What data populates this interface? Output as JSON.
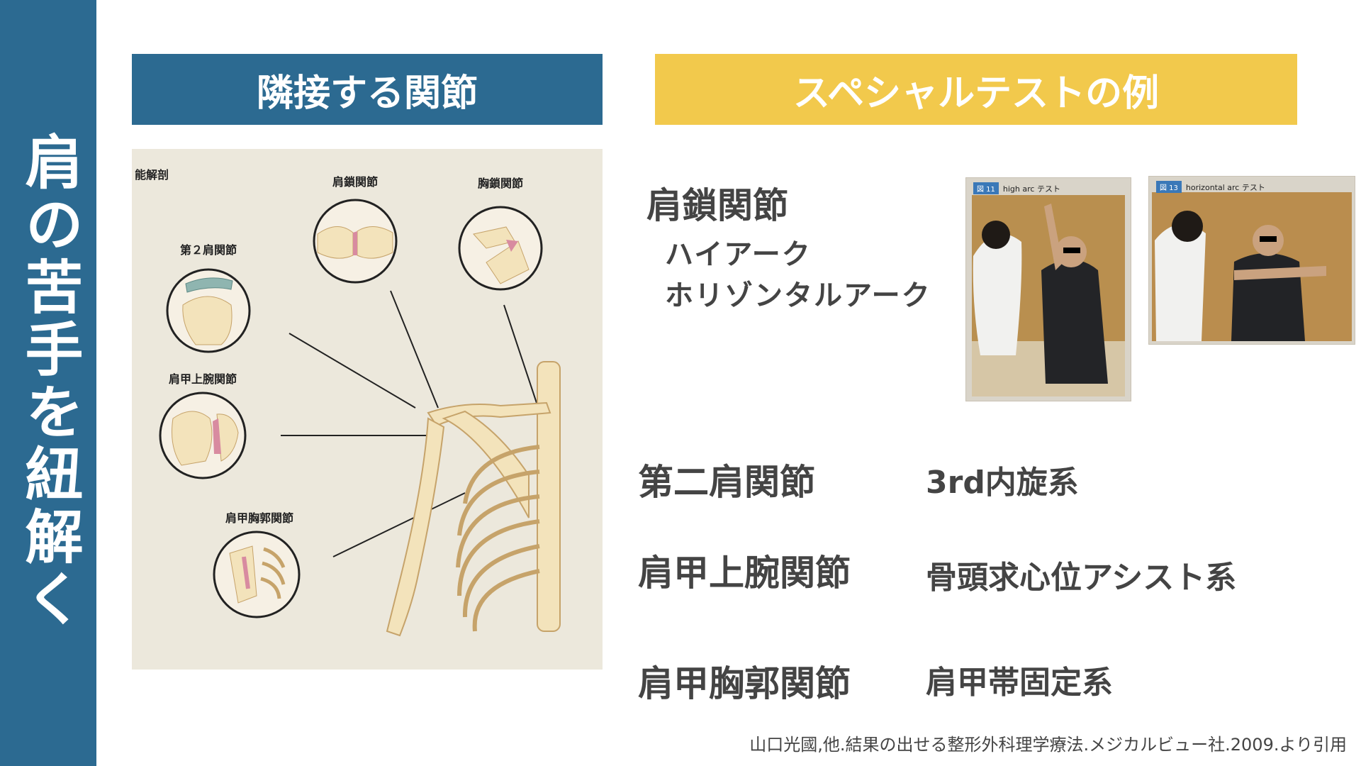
{
  "sidebar": {
    "title": "肩の苦手を紐解く"
  },
  "headers": {
    "left": "隣接する関節",
    "right": "スペシャルテストの例"
  },
  "anatomy": {
    "corner_label": "能解剖",
    "labels": {
      "acromioclavicular": "肩鎖関節",
      "sternoclavicular": "胸鎖関節",
      "second_shoulder": "第２肩関節",
      "glenohumeral": "肩甲上腕関節",
      "scapulothoracic": "肩甲胸郭関節"
    }
  },
  "ac_joint": {
    "title": "肩鎖関節",
    "tests": [
      "ハイアーク",
      "ホリゾンタルアーク"
    ]
  },
  "photos": [
    {
      "fig": "図 11",
      "caption": "high arc テスト"
    },
    {
      "fig": "図 13",
      "caption": "horizontal arc テスト"
    }
  ],
  "rows": [
    {
      "joint": "第二肩関節",
      "test": "3rd内旋系"
    },
    {
      "joint": "肩甲上腕関節",
      "test": "骨頭求心位アシスト系"
    },
    {
      "joint": "肩甲胸郭関節",
      "test": "肩甲帯固定系"
    }
  ],
  "citation": "山口光國,他.結果の出せる整形外科理学療法.メジカルビュー社.2009.より引用",
  "colors": {
    "primary": "#2c6a91",
    "accent": "#f2c94c",
    "text": "#444444"
  }
}
